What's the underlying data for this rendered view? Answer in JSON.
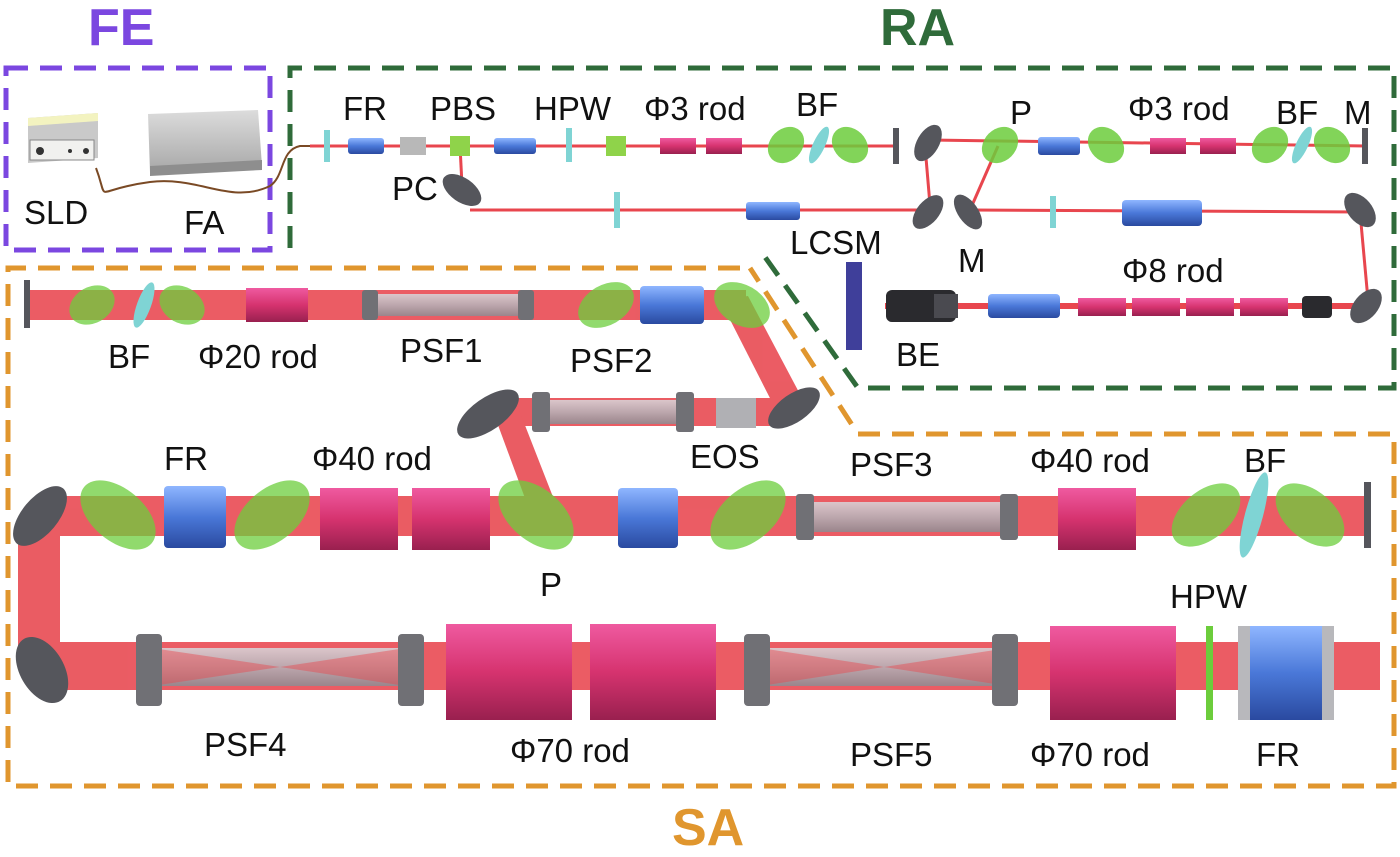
{
  "sections": {
    "fe": {
      "name": "FE",
      "color": "#7b47e0"
    },
    "ra": {
      "name": "RA",
      "color": "#2f6b3a"
    },
    "sa": {
      "name": "SA",
      "color": "#e0962e"
    }
  },
  "fe_labels": {
    "sld": "SLD",
    "fa": "FA"
  },
  "ra_labels": {
    "fr": "FR",
    "pbs": "PBS",
    "hpw": "HPW",
    "rod3a": "Φ3 rod",
    "bf1": "BF",
    "pc": "PC",
    "lcsm": "LCSM",
    "p": "P",
    "rod3b": "Φ3 rod",
    "bf2": "BF",
    "m1": "M",
    "m2": "M",
    "rod8": "Φ8 rod",
    "be": "BE"
  },
  "sa_labels": {
    "bf3": "BF",
    "rod20": "Φ20 rod",
    "psf1": "PSF1",
    "psf2": "PSF2",
    "eos": "EOS",
    "fr2": "FR",
    "rod40a": "Φ40 rod",
    "p2": "P",
    "psf3": "PSF3",
    "rod40b": "Φ40 rod",
    "bf4": "BF",
    "hpw2": "HPW",
    "psf4": "PSF4",
    "rod70a": "Φ70 rod",
    "psf5": "PSF5",
    "rod70b": "Φ70 rod",
    "fr3": "FR"
  },
  "colors": {
    "beam": "#e8464e",
    "rod": "#d6336f",
    "faraday": "#4a78d8",
    "filter": "#6ccd3c",
    "waveplate": "#7fd4d4",
    "mirror": "#55565c",
    "frame": "#9a9aa0"
  }
}
